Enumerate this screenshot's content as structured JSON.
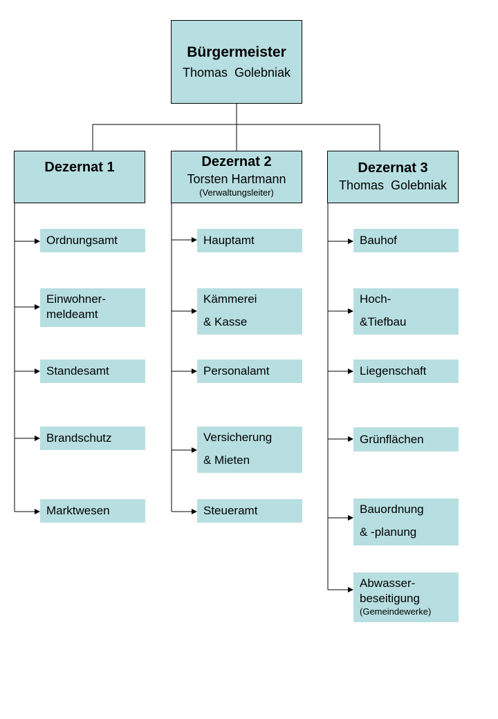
{
  "mayor": {
    "title": "Bürgermeister",
    "name": "Thomas  Golebniak"
  },
  "dezernate": [
    {
      "title": "Dezernat 1",
      "name": "",
      "note": ""
    },
    {
      "title": "Dezernat 2",
      "name": "Torsten Hartmann",
      "note": "(Verwaltungsleiter)"
    },
    {
      "title": "Dezernat 3",
      "name": "Thomas  Golebniak",
      "note": ""
    }
  ],
  "col1": [
    "Ordnungsamt",
    "Einwohner-",
    "meldeamt",
    "Standesamt",
    "Brandschutz",
    "Marktwesen"
  ],
  "col2": [
    "Hauptamt",
    "Kämmerei",
    "& Kasse",
    "Personalamt",
    "Versicherung",
    "& Mieten",
    "Steueramt"
  ],
  "col3": [
    "Bauhof",
    "Hoch-",
    "&Tiefbau",
    "Liegenschaft",
    "Grünflächen",
    "Bauordnung",
    "& -planung",
    "Abwasser-",
    "beseitigung",
    "(Gemeindewerke)"
  ]
}
